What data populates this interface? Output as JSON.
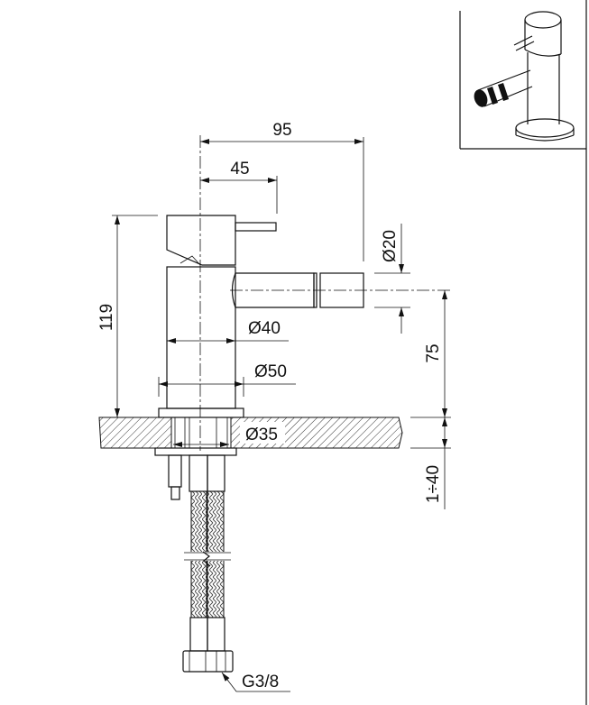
{
  "drawing": {
    "dimensions": {
      "spout_reach": "95",
      "lever_reach": "45",
      "height": "119",
      "spout_diameter": "Ø20",
      "body_diameter": "Ø40",
      "base_diameter": "Ø50",
      "hole_diameter": "Ø35",
      "spout_height": "75",
      "counter_thickness": "1÷40",
      "connection_thread": "G3/8"
    }
  }
}
